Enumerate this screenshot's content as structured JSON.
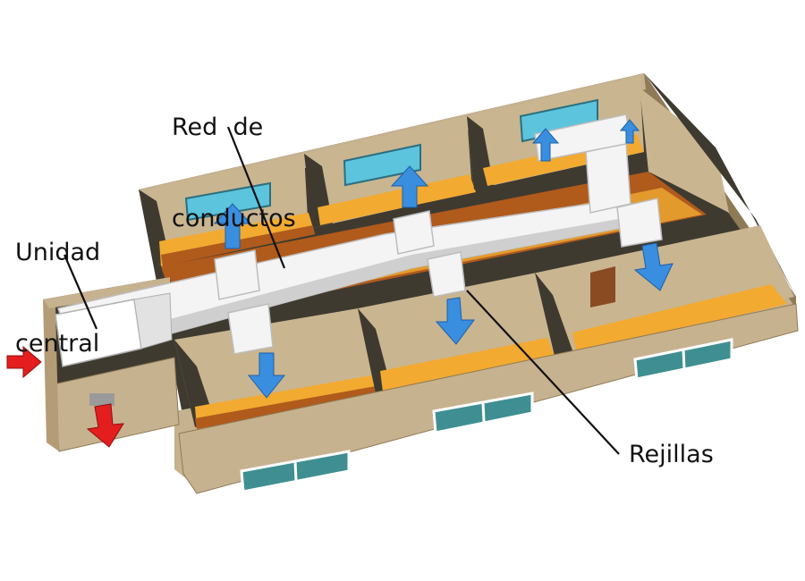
{
  "labels": {
    "duct_network": [
      "Red  de",
      "conductos"
    ],
    "central_unit": [
      "Unidad",
      "central"
    ],
    "grilles": "Rejillas"
  },
  "colors": {
    "wall": "#c7b28f",
    "wall_dark": "#a8916b",
    "floor": "#f2aa30",
    "floor_shadow": "#b05a1c",
    "duct": "#f4f4f4",
    "duct_shade": "#cfcfcf",
    "vent_window": "#5cc4dc",
    "exterior_window": "#3f8f92",
    "supply_arrow": "#3a8ee0",
    "intake_exhaust_arrow": "#e41e1e",
    "interior_shadow": "#3e3a30",
    "door": "#8a4a22"
  },
  "icons": [
    "supply-air-arrow",
    "intake-air-arrow",
    "exhaust-air-arrow"
  ]
}
